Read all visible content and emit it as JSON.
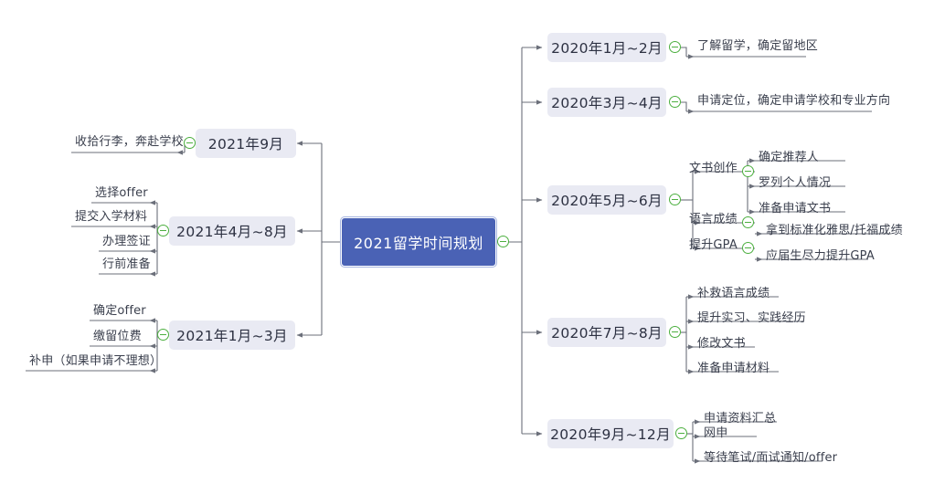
{
  "theme": {
    "background": "#ffffff",
    "root_fill": "#4a62b5",
    "root_text": "#ffffff",
    "branch_fill": "#e9eaf3",
    "branch_text": "#2d3142",
    "leaf_text": "#3a3f4d",
    "link_color": "#6b6f7a",
    "toggle_color": "#4caf3f"
  },
  "mindmap": {
    "root": {
      "label": "2021留学时间规划",
      "toggle": "collapse-toggle"
    },
    "right_branches": [
      {
        "label": "2020年1月~2月",
        "children": [
          {
            "label": "了解留学，确定留地区"
          }
        ]
      },
      {
        "label": "2020年3月~4月",
        "children": [
          {
            "label": "申请定位，确定申请学校和专业方向"
          }
        ]
      },
      {
        "label": "2020年5月~6月",
        "children": [
          {
            "label": "文书创作",
            "children": [
              {
                "label": "确定推荐人"
              },
              {
                "label": "罗列个人情况"
              },
              {
                "label": "准备申请文书"
              }
            ]
          },
          {
            "label": "语言成绩",
            "children": [
              {
                "label": "拿到标准化雅思/托福成绩"
              }
            ]
          },
          {
            "label": "提升GPA",
            "children": [
              {
                "label": "应届生尽力提升GPA"
              }
            ]
          }
        ]
      },
      {
        "label": "2020年7月~8月",
        "children": [
          {
            "label": "补救语言成绩"
          },
          {
            "label": "提升实习、实践经历"
          },
          {
            "label": "修改文书"
          },
          {
            "label": "准备申请材料"
          }
        ]
      },
      {
        "label": "2020年9月~12月",
        "children": [
          {
            "label": "申请资料汇总"
          },
          {
            "label": "网申"
          },
          {
            "label": "等待笔试/面试通知/offer"
          }
        ]
      }
    ],
    "left_branches": [
      {
        "label": "2021年9月",
        "children": [
          {
            "label": "收拾行李，奔赴学校"
          }
        ]
      },
      {
        "label": "2021年4月~8月",
        "children": [
          {
            "label": "选择offer"
          },
          {
            "label": "提交入学材料"
          },
          {
            "label": "办理签证"
          },
          {
            "label": "行前准备"
          }
        ]
      },
      {
        "label": "2021年1月~3月",
        "children": [
          {
            "label": "确定offer"
          },
          {
            "label": "缴留位费"
          },
          {
            "label": "补申（如果申请不理想）"
          }
        ]
      }
    ]
  }
}
